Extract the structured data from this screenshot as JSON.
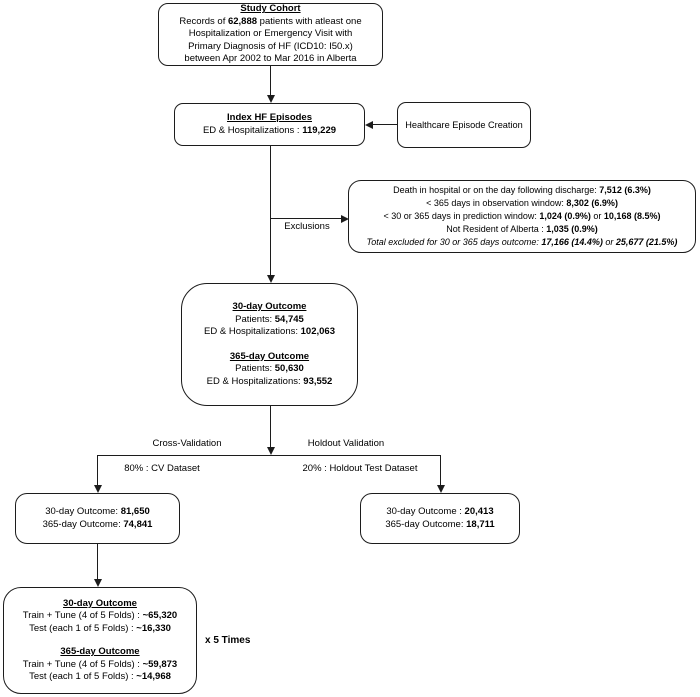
{
  "study_cohort": {
    "title": "Study Cohort",
    "l1_pre": "Records of ",
    "l1_bold": "62,888",
    "l1_post": " patients with atleast one",
    "l2": "Hospitalization or Emergency Visit with",
    "l3": "Primary Diagnosis of HF (ICD10: I50.x)",
    "l4": "between Apr 2002 to Mar 2016 in Alberta"
  },
  "index_hf": {
    "title": "Index HF Episodes",
    "stat_pre": "ED & Hospitalizations : ",
    "stat_bold": "119,229"
  },
  "healthcare": {
    "label": "Healthcare Episode Creation"
  },
  "exclusions": {
    "arrow_label": "Exclusions",
    "l1_pre": "Death in hospital or on the day following discharge: ",
    "l1_bold": "7,512 (6.3%)",
    "l2_pre": "< 365 days in observation window: ",
    "l2_bold": "8,302 (6.9%)",
    "l3_pre": "< 30 or 365 days in prediction window: ",
    "l3_bold1": "1,024 (0.9%)",
    "l3_mid": " or ",
    "l3_bold2": "10,168 (8.5%)",
    "l4_pre": "Not Resident of Alberta : ",
    "l4_bold": "1,035 (0.9%)",
    "l5_pre": "Total excluded for 30 or 365 days outcome: ",
    "l5_bold1": "17,166 (14.4%)",
    "l5_mid": " or ",
    "l5_bold2": "25,677 (21.5%)"
  },
  "outcomes": {
    "h30": "30-day Outcome",
    "p30_pre": "Patients: ",
    "p30_bold": "54,745",
    "e30_pre": "ED & Hospitalizations: ",
    "e30_bold": "102,063",
    "h365": "365-day Outcome",
    "p365_pre": "Patients: ",
    "p365_bold": "50,630",
    "e365_pre": "ED & Hospitalizations: ",
    "e365_bold": "93,552"
  },
  "split": {
    "cv_branch": "Cross-Validation",
    "holdout_branch": "Holdout Validation",
    "cv_pct": "80% : CV Dataset",
    "holdout_pct": "20% : Holdout Test Dataset"
  },
  "cv_set": {
    "l1_pre": "30-day Outcome: ",
    "l1_bold": "81,650",
    "l2_pre": "365-day Outcome: ",
    "l2_bold": "74,841"
  },
  "holdout_set": {
    "l1_pre": "30-day Outcome : ",
    "l1_bold": "20,413",
    "l2_pre": "365-day Outcome: ",
    "l2_bold": "18,711"
  },
  "folds": {
    "h30": "30-day Outcome",
    "t30_pre": "Train + Tune (4 of 5 Folds) : ",
    "t30_bold": "~65,320",
    "s30_pre": "Test (each 1 of 5 Folds) : ",
    "s30_bold": "~16,330",
    "h365": "365-day Outcome",
    "t365_pre": "Train + Tune (4 of 5 Folds) : ",
    "t365_bold": "~59,873",
    "s365_pre": "Test (each 1 of 5 Folds) : ",
    "s365_bold": "~14,968",
    "repeat_label": "x 5 Times"
  },
  "colors": {
    "line": "#1c1c1c",
    "text": "#000000",
    "background": "#ffffff"
  }
}
